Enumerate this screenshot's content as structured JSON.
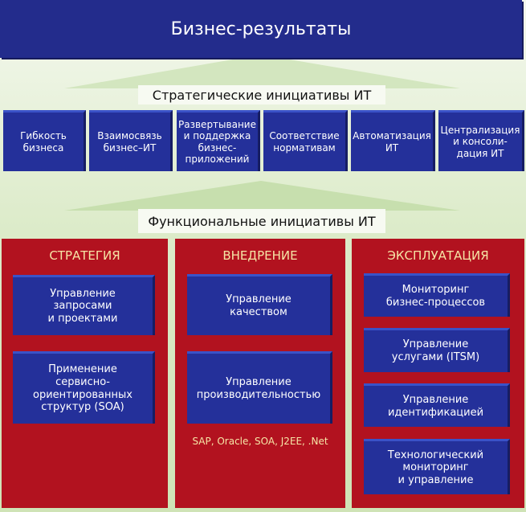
{
  "title": "Бизнес-результаты",
  "strategic_label": "Стратегические инициативы ИТ",
  "strategic": [
    "Гибкость\nбизнеса",
    "Взаимосвязь\nбизнес–ИТ",
    "Развертывание\nи поддержка\nбизнес-\nприложений",
    "Соответствие\nнормативам",
    "Автоматизация\nИТ",
    "Централизация\nи консоли-\nдация ИТ"
  ],
  "functional_label": "Функциональные инициативы ИТ",
  "panels": [
    {
      "title": "СТРАТЕГИЯ",
      "items": [
        "Управление\nзапросами\nи проектами",
        "Применение\nсервисно-\nориентированных\nструктур (SOA)"
      ]
    },
    {
      "title": "ВНЕДРЕНИЕ",
      "items": [
        "Управление\nкачеством",
        "Управление\nпроизводительностью"
      ],
      "note": "SAP, Oracle, SOA, J2EE, .Net"
    },
    {
      "title": "ЭКСПЛУАТАЦИЯ",
      "items": [
        "Мониторинг\nбизнес-процессов",
        "Управление\nуслугами (ITSM)",
        "Управление\nидентификацией",
        "Технологический\nмониторинг\nи управление"
      ]
    }
  ],
  "colors": {
    "blue": "#24309a",
    "red": "#b2121f",
    "green": "#cfe3b6"
  }
}
